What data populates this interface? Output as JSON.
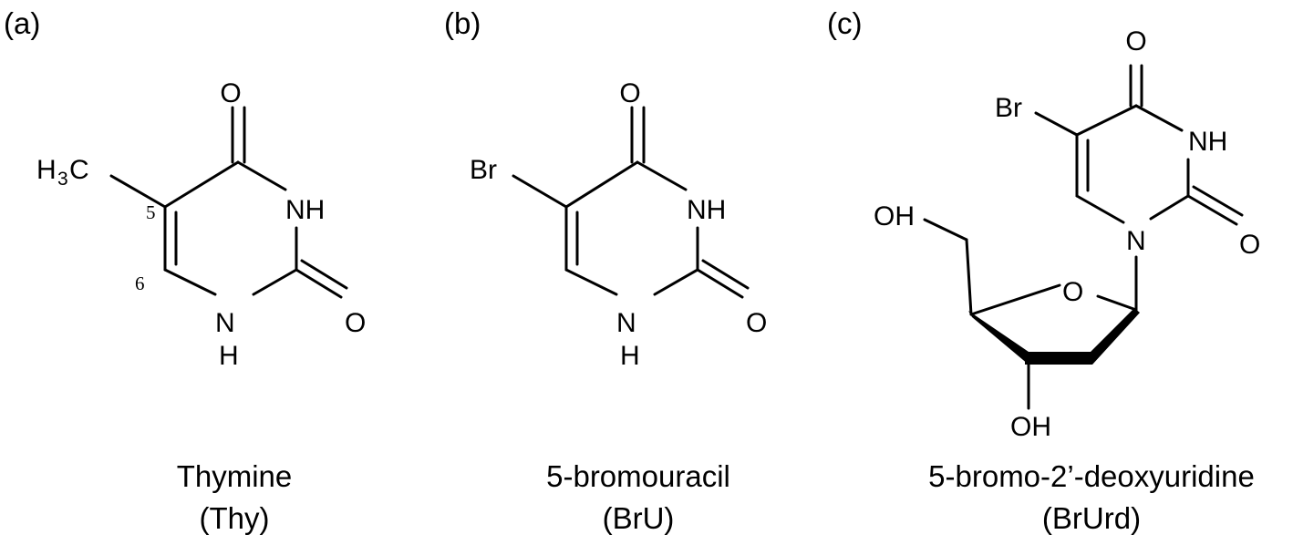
{
  "panels": [
    {
      "letter": "(a)",
      "name": "Thymine",
      "abbrev": "(Thy)",
      "atoms": {
        "substituent_main": "H",
        "substituent_sub": "3",
        "substituent_tail": "C",
        "o_top": "O",
        "nh_ring": "NH",
        "n_bottom": "N",
        "h_bottom": "H",
        "o_right": "O",
        "pos5": "5",
        "pos6": "6"
      }
    },
    {
      "letter": "(b)",
      "name": "5-bromouracil",
      "abbrev": "(BrU)",
      "atoms": {
        "substituent": "Br",
        "o_top": "O",
        "nh_ring": "NH",
        "n_bottom": "N",
        "h_bottom": "H",
        "o_right": "O"
      }
    },
    {
      "letter": "(c)",
      "name": "5-bromo-2’-deoxyuridine",
      "abbrev": "(BrUrd)",
      "atoms": {
        "substituent": "Br",
        "o_top": "O",
        "nh_ring": "NH",
        "n1": "N",
        "o_right": "O",
        "ring_o": "O",
        "oh_top": "OH",
        "oh_bottom": "OH"
      }
    }
  ]
}
